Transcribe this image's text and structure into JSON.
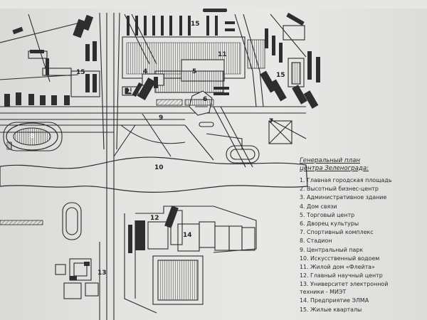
{
  "legend": {
    "title_line1": "Генеральный план",
    "title_line2": "центра Зеленограда:",
    "items": [
      "1. Главная городская площадь",
      "2. Высотный бизнес-центр",
      "3. Административное здание",
      "4. Дом связи",
      "5. Торговый центр",
      "6. Дворец культуры",
      "7. Спортивный комплекс",
      "8. Стадион",
      "9. Центральный парк",
      "10. Искусственный водоем",
      "11. Жилой дом «Флейта»",
      "12. Главный научный центр",
      "13. Университет электронной\nтехники - МИЭТ",
      "14. Предприятие ЭЛМА",
      "15. Жилые кварталы"
    ]
  },
  "map_labels": {
    "l1": "1",
    "l4": "4",
    "l5": "5",
    "l6": "6",
    "l7": "7",
    "l8": "8",
    "l9": "9",
    "l10": "10",
    "l11": "11",
    "l12": "12",
    "l13": "13",
    "l14": "14",
    "l15a": "15",
    "l15b": "15",
    "l15c": "15"
  },
  "colors": {
    "paper": "#e4e4e2",
    "ink": "#2b2b2b",
    "dark_building": "#2e2e2e"
  }
}
